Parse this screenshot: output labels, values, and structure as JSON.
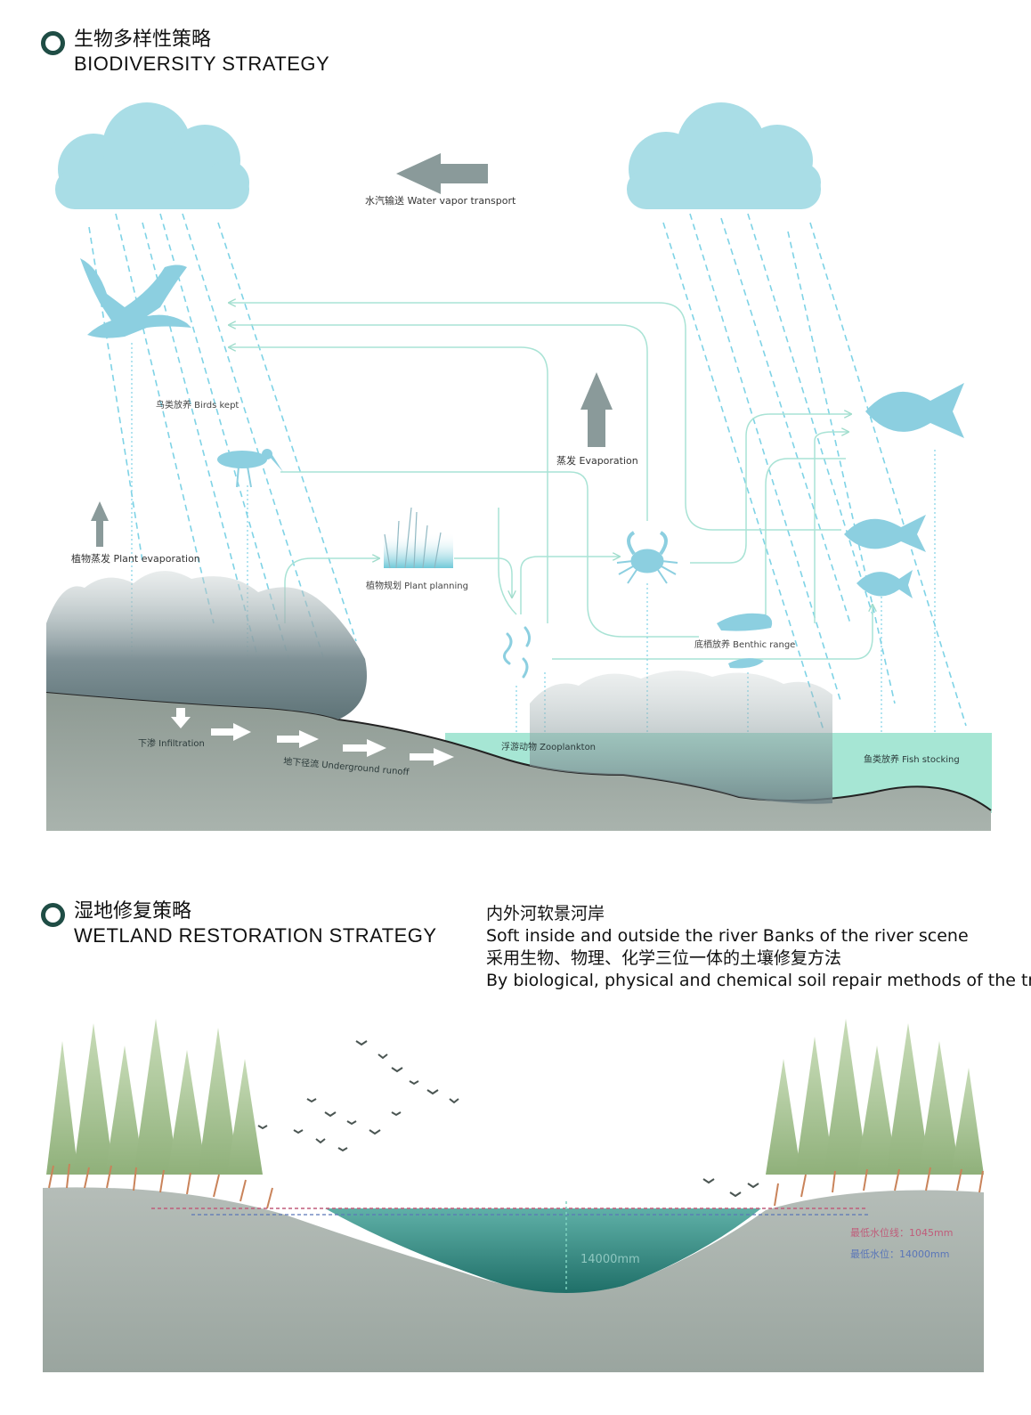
{
  "biodiversity": {
    "title_zh": "生物多样性策略",
    "title_en": "BIODIVERSITY STRATEGY",
    "labels": {
      "water_vapor": "水汽输送 Water vapor transport",
      "birds_kept": "鸟类放养 Birds kept",
      "evaporation": "蒸发 Evaporation",
      "plant_evaporation": "植物蒸发 Plant evaporation",
      "plant_planning": "植物规划 Plant planning",
      "benthic_range": "底栖放养 Benthic range",
      "infiltration": "下渗 Infiltration",
      "underground_runoff": "地下径流 Underground runoff",
      "zooplankton": "浮游动物 Zooplankton",
      "fish_stocking": "鱼类放养 Fish stocking"
    },
    "colors": {
      "cloud": "#a9dde6",
      "rain": "#7fd3e6",
      "flow_line": "#a9e3d5",
      "animal": "#8ccfe0",
      "water": "#a6e6d4",
      "ground": "#8f9c95",
      "arrow_gray": "#8a9a9a"
    },
    "icons": [
      "cloud-icon",
      "bird-icon",
      "heron-icon",
      "crab-icon",
      "fish-icon",
      "shrimp-icon",
      "plankton-icon",
      "reed-icon"
    ]
  },
  "wetland": {
    "title_zh": "湿地修复策略",
    "title_en": "WETLAND RESTORATION STRATEGY",
    "desc_zh_1": "内外河软景河岸",
    "desc_en_1": "Soft inside and outside the river Banks of the river scene",
    "desc_zh_2": "采用生物、物理、化学三位一体的土壤修复方法",
    "desc_en_2": "By biological, physical and chemical soil repair methods of the trinity",
    "depth_label": "14000mm",
    "water_line_1": "最低水位线：1045mm",
    "water_line_2": "最低水位：14000mm",
    "colors": {
      "water": "#2f8a7f",
      "ground": "#a7b0aa",
      "tree": "#9dbd86",
      "reed": "#c9835a",
      "line_red": "#c05c7a",
      "line_blue": "#5a76b8"
    }
  }
}
